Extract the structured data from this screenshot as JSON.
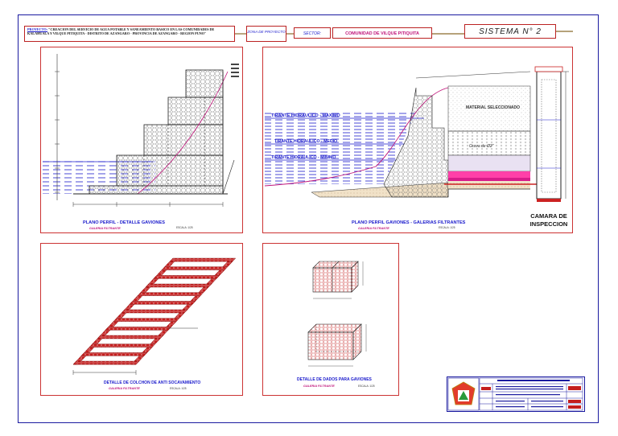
{
  "header": {
    "project_label": "PROYECTO:",
    "project_text": "\"CREACION DEL SERVICIO DE AGUA POTABLE Y SANEAMIENTO BASICO EN LAS COMUNIDADES DE KALAHUALA Y VILQUE PITIQUITA - DISTRITO DE AZANGARO - PROVINCIA DE AZANGARO - REGION PUNO\"",
    "zona_label": "ZONA DE PROYECTO",
    "sector_label": "SECTOR:",
    "comunidad": "COMUNIDAD DE VILQUE PITIQUITA",
    "sistema": "SISTEMA N° 2"
  },
  "panels": {
    "perfil_gaviones": {
      "title": "PLANO PERFIL - DETALLE GAVIONES",
      "subtitle": "GALERIA FILTRANTE",
      "scale": "ESCALA: 1/25"
    },
    "perfil_galerias": {
      "title": "PLANO PERFIL GAVIONES - GALERIAS FILTRANTES",
      "subtitle": "GALERIA FILTRANTE",
      "scale": "ESCALA: 1/25",
      "label_max": "TIRANTE HIDRAULICO - MAXIMO",
      "label_med": "TIRANTE HIDRAULICO - MEDIO",
      "label_min": "TIRANTE HIDRAULICO - MINIMO",
      "label_material": "MATERIAL SELECCIONADO",
      "label_grava": "Grava de Ø2\"",
      "camara_line1": "CAMARA DE",
      "camara_line2": "INSPECCION"
    },
    "colchon": {
      "title": "DETALLE DE COLCHON DE ANTI SOCAVAMIENTO",
      "subtitle": "GALERIA FILTRANTE",
      "scale": "ESCALA: 1/25"
    },
    "dados": {
      "title": "DETALLE DE DADOS PARA GAVIONES",
      "subtitle": "GALERIA FILTRANTE",
      "scale": "ESCALA: 1/25"
    }
  },
  "colors": {
    "frame": "#1a1aa0",
    "panel_border": "#cc3333",
    "water": "#1a1acc",
    "magenta": "#c0157a",
    "gabion": "#cc2222"
  }
}
